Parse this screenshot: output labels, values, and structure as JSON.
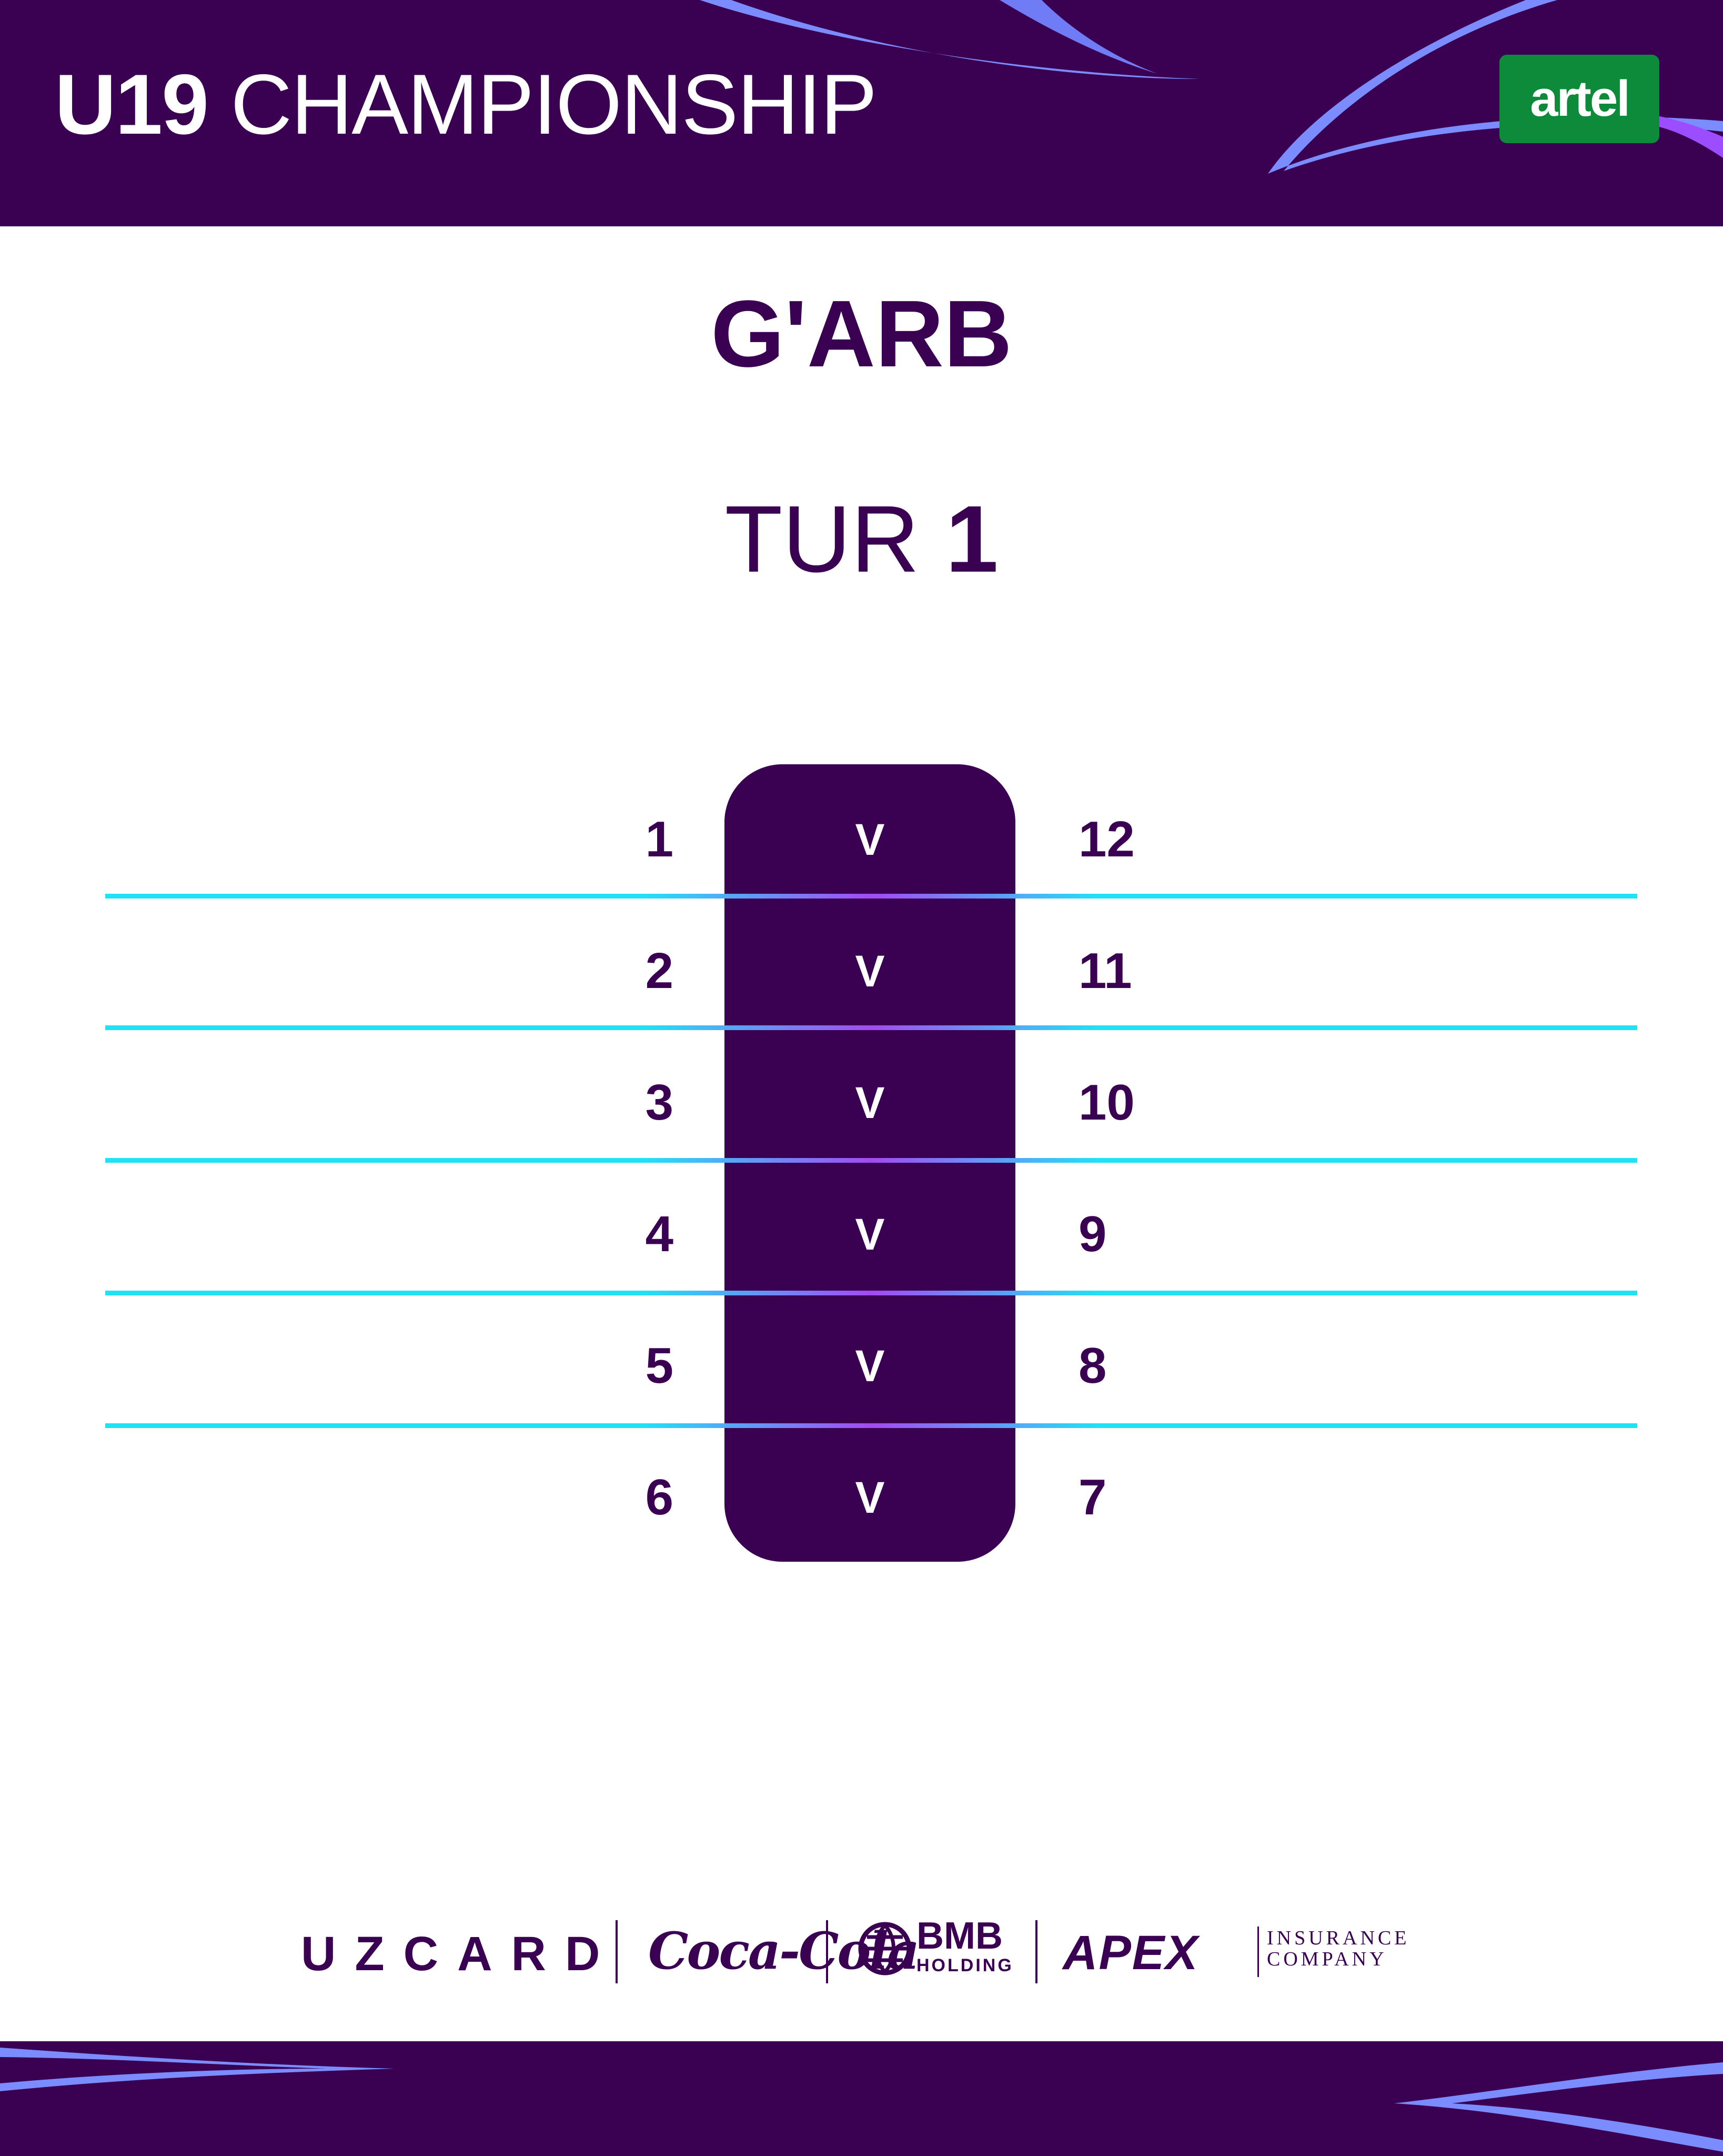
{
  "header": {
    "title_bold": "U19",
    "title_rest": "CHAMPIONSHIP",
    "sponsor_logo": "artel"
  },
  "region": "G'ARB",
  "round": {
    "label": "TUR",
    "number": "1"
  },
  "fixtures": [
    {
      "home": "1",
      "vs": "V",
      "away": "12"
    },
    {
      "home": "2",
      "vs": "V",
      "away": "11"
    },
    {
      "home": "3",
      "vs": "V",
      "away": "10"
    },
    {
      "home": "4",
      "vs": "V",
      "away": "9"
    },
    {
      "home": "5",
      "vs": "V",
      "away": "8"
    },
    {
      "home": "6",
      "vs": "V",
      "away": "7"
    }
  ],
  "sponsors": {
    "uzcard": "UZCARD",
    "cocacola": "Coca-Cola",
    "bmb_name": "BMB",
    "bmb_sub": "HOLDING",
    "apex": "APEX",
    "apex_sub1": "INSURANCE",
    "apex_sub2": "COMPANY"
  },
  "colors": {
    "brand_purple": "#3a0052",
    "line_cyan": "#1fe3f5",
    "line_violet": "#a24bf2",
    "artel_green": "#0e8a3b"
  }
}
